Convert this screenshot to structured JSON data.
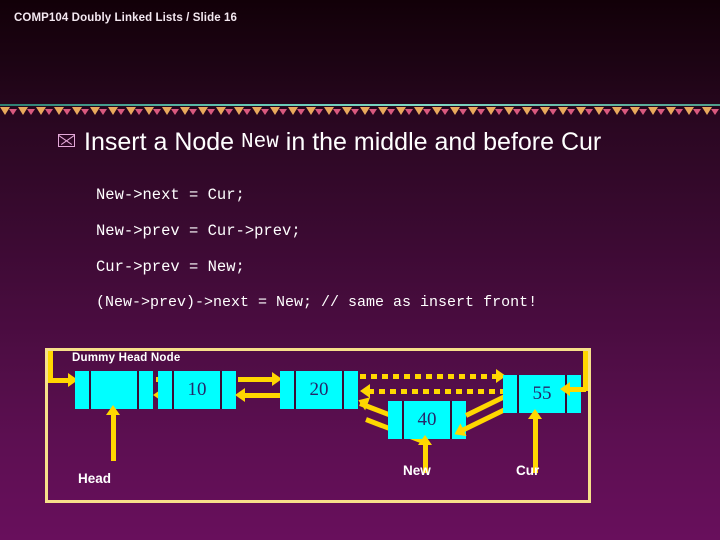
{
  "header": {
    "title": "COMP104 Doubly Linked Lists / Slide 16"
  },
  "title": {
    "bullet_icon": "envelope-bullet-icon",
    "part1": "Insert a Node ",
    "mono": "New",
    "part2": " in the middle and before Cur"
  },
  "code": {
    "lines": [
      "New->next = Cur;",
      "New->prev = Cur->prev;",
      "Cur->prev = New;",
      "(New->prev)->next = New; // same as insert front!"
    ]
  },
  "diagram": {
    "dummy_label": "Dummy Head Node",
    "nodes": [
      {
        "name": "dummy-head-node",
        "value": ""
      },
      {
        "name": "node-10",
        "value": "10"
      },
      {
        "name": "node-20",
        "value": "20"
      },
      {
        "name": "node-40",
        "value": "40"
      },
      {
        "name": "node-55",
        "value": "55"
      }
    ],
    "pointer_labels": [
      {
        "name": "head",
        "text": "Head"
      },
      {
        "name": "new",
        "text": "New"
      },
      {
        "name": "cur",
        "text": "Cur"
      }
    ]
  },
  "colors": {
    "node_fill": "#00FFFF",
    "node_text": "#25286B",
    "arrow": "#FFD700",
    "box_border": "#F7E08A",
    "title_text": "#FFFFFF",
    "divider_line": "#66C9B5",
    "divider_tri_a": "#E8A95C",
    "divider_tri_b": "#D9597F"
  }
}
